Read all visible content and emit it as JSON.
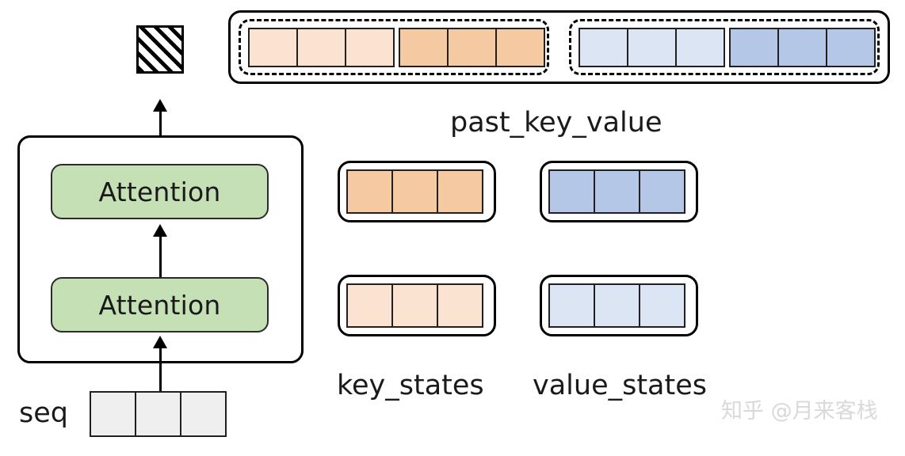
{
  "diagram": {
    "title": "past_key_value attention cache diagram",
    "labels": {
      "past_key_value": "past_key_value",
      "key_states": "key_states",
      "value_states": "value_states",
      "seq": "seq"
    },
    "blocks": {
      "attention_top": "Attention",
      "attention_bottom": "Attention"
    },
    "watermark": "知乎 @月来客栈",
    "colors": {
      "key_light": "#FBE3D2",
      "key_dark": "#F5C9A2",
      "value_light": "#DCE5F3",
      "value_dark": "#B4C7E7",
      "attention_green": "#C5E0B4",
      "seq_gray": "#EFEFEF",
      "cell_border": "#231F20",
      "outline": "#000000"
    },
    "cache": {
      "outer_group_label": "past_key_value",
      "groups": [
        {
          "name": "key-cache",
          "segments": [
            {
              "name": "past-keys",
              "fill": "#FBE3D2",
              "count": 3
            },
            {
              "name": "new-keys",
              "fill": "#F5C9A2",
              "count": 3
            }
          ]
        },
        {
          "name": "value-cache",
          "segments": [
            {
              "name": "past-values",
              "fill": "#DCE5F3",
              "count": 3
            },
            {
              "name": "new-values",
              "fill": "#B4C7E7",
              "count": 3
            }
          ]
        }
      ]
    },
    "states": {
      "rows": [
        {
          "name": "current-states",
          "key": {
            "fill": "#F5C9A2",
            "count": 3
          },
          "value": {
            "fill": "#B4C7E7",
            "count": 3
          }
        },
        {
          "name": "previous-states",
          "key": {
            "fill": "#FBE3D2",
            "count": 3
          },
          "value": {
            "fill": "#DCE5F3",
            "count": 3
          }
        }
      ]
    },
    "seq_tokens": {
      "count": 3,
      "fill": "#EFEFEF"
    },
    "output": {
      "name": "masked-output",
      "pattern": "diagonal-hatch"
    }
  }
}
